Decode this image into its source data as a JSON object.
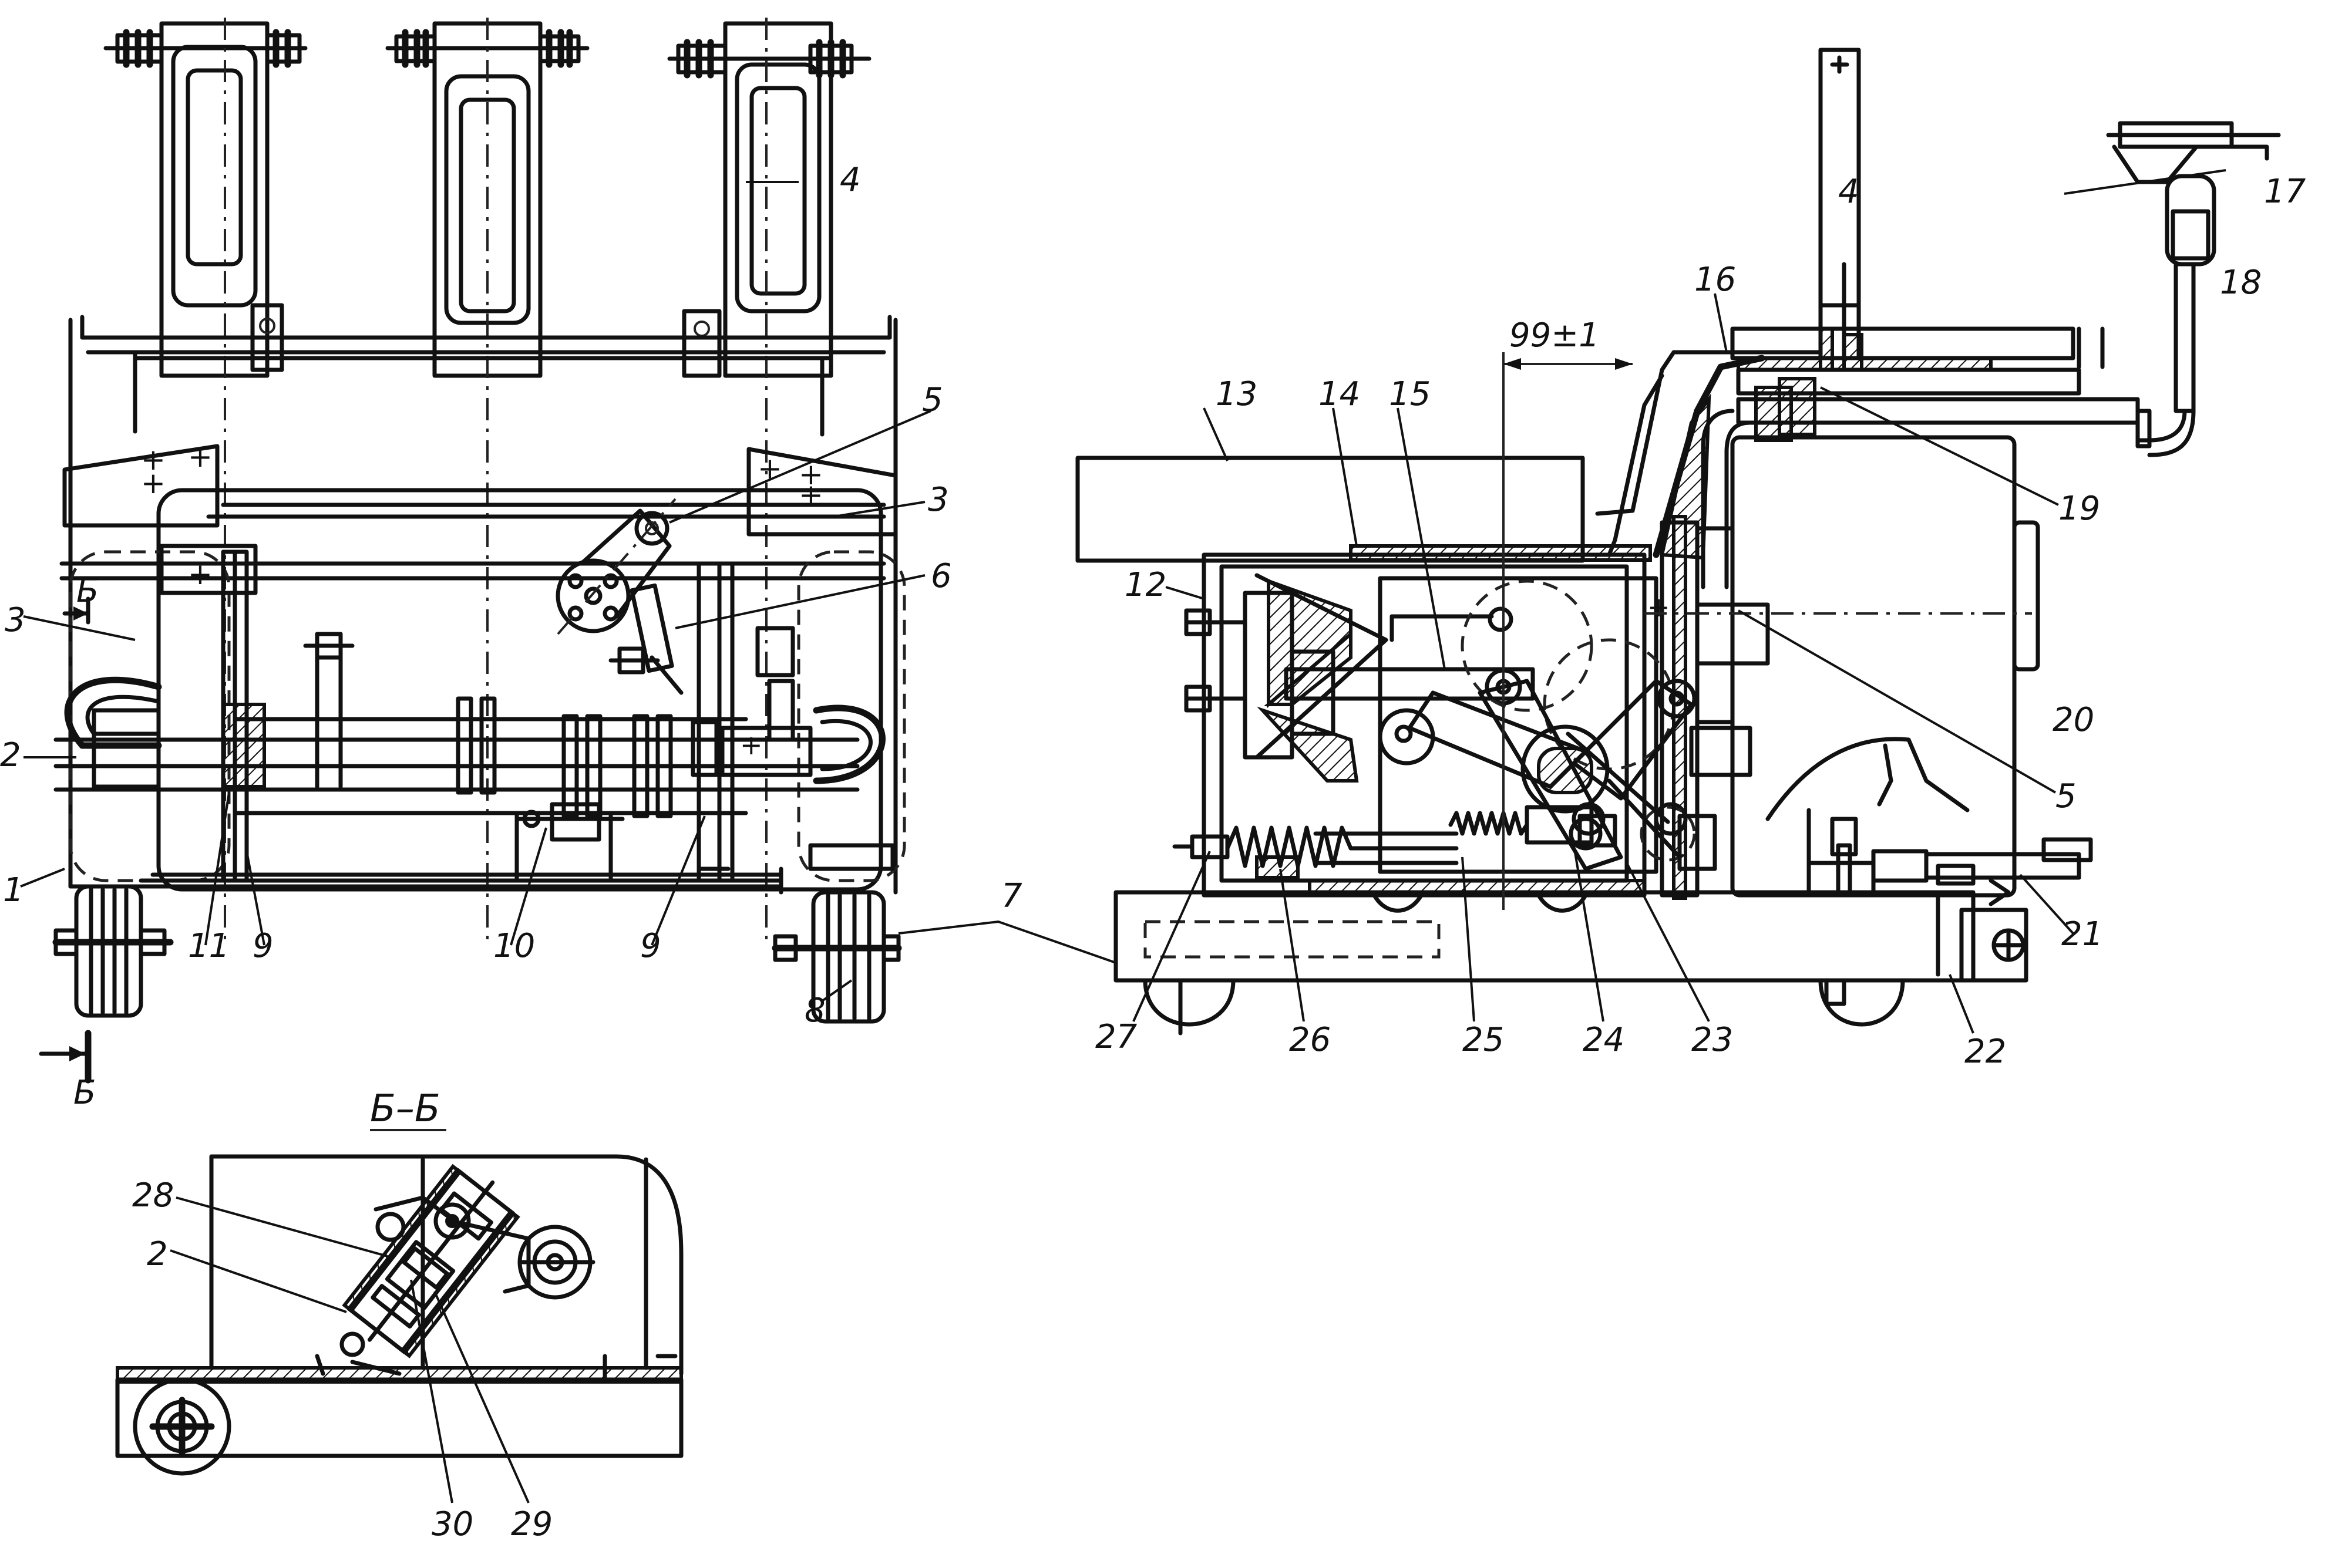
{
  "labels": {
    "n1": "1",
    "n2": "2",
    "n3": "3",
    "n4": "4",
    "n5": "5",
    "n6": "6",
    "n7": "7",
    "n8": "8",
    "n9": "9",
    "n10": "10",
    "n11": "11",
    "n12": "12",
    "n13": "13",
    "n14": "14",
    "n15": "15",
    "n16": "16",
    "n17": "17",
    "n18": "18",
    "n19": "19",
    "n20": "20",
    "n21": "21",
    "n22": "22",
    "n23": "23",
    "n24": "24",
    "n25": "25",
    "n26": "26",
    "n27": "27",
    "n28": "28",
    "n29": "29",
    "n30": "30"
  },
  "dimension": "99±1",
  "section_marker": "Б",
  "section_title": "Б–Б"
}
